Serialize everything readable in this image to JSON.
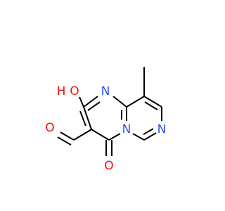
{
  "molecule": {
    "atoms": {
      "hydroxyl_o": {
        "symbol": "O",
        "color": "#ff0d0d"
      },
      "hydroxyl_h": {
        "symbol": "H",
        "color": "#ff0d0d"
      },
      "n1": {
        "symbol": "N",
        "color": "#3050f8"
      },
      "n_bridgehead": {
        "symbol": "N",
        "color": "#3050f8"
      },
      "n_ring": {
        "symbol": "N",
        "color": "#3050f8"
      },
      "aldehyde_o": {
        "symbol": "O",
        "color": "#ff0d0d"
      },
      "carbonyl_o": {
        "symbol": "O",
        "color": "#ff0d0d"
      }
    },
    "colors": {
      "bond": "#000000",
      "oxygen": "#ff0d0d",
      "nitrogen": "#3050f8"
    }
  }
}
